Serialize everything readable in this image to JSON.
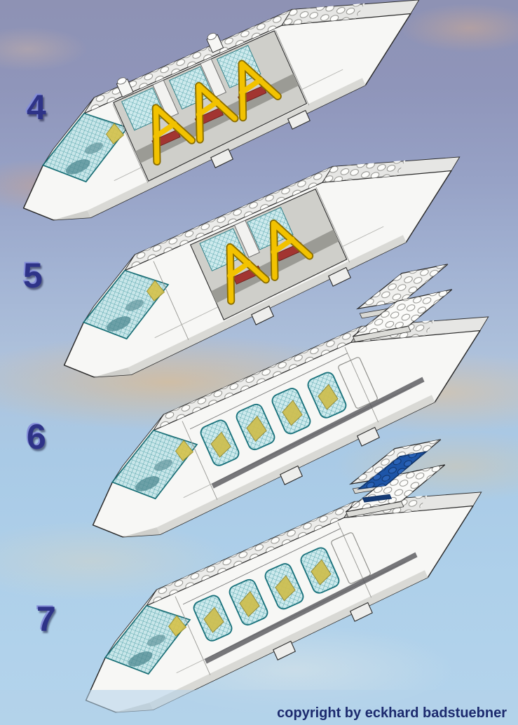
{
  "steps": [
    {
      "label": "4"
    },
    {
      "label": "5"
    },
    {
      "label": "6"
    },
    {
      "label": "7"
    }
  ],
  "footer": {
    "copyright": "copyright by eckhard badstuebner"
  },
  "colors": {
    "step_number_navy": "#2e3388",
    "lego_white": "#f7f7f5",
    "canopy_teal": "#2f8d95",
    "seat_yellow": "#f2c200",
    "plate_red": "#a23531",
    "tail_plate_blue": "#1d55a8",
    "sky_top": "#8e92b4",
    "sky_bottom": "#b4d4ec"
  }
}
